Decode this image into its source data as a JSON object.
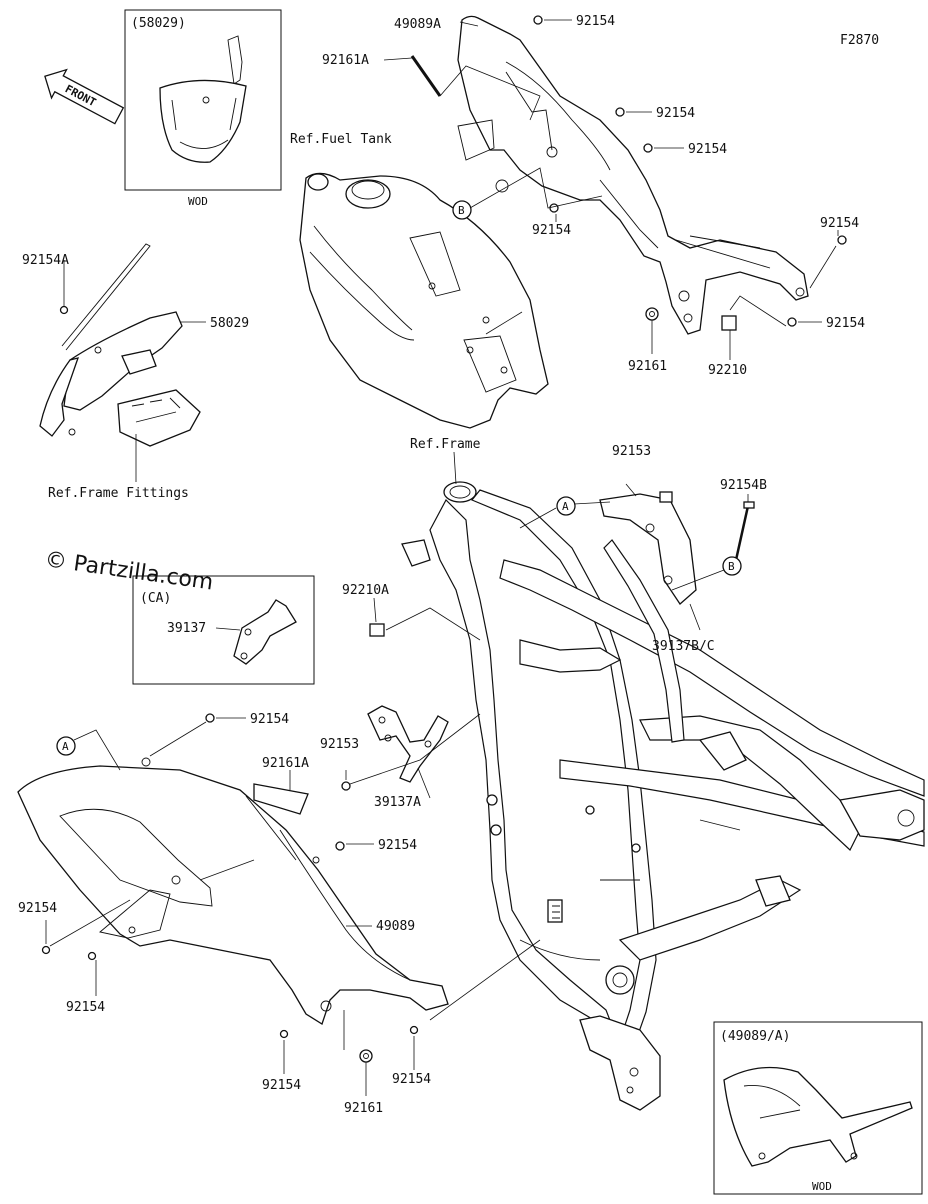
{
  "figure_code": "F2870",
  "front_label": "FRONT",
  "watermark": "© Partzilla.com",
  "callout_a": "A",
  "callout_b": "B",
  "inset_top": {
    "title": "(58029)",
    "caption": "WOD"
  },
  "inset_ca": {
    "title": "(CA)",
    "part": "39137"
  },
  "inset_bottom": {
    "title": "(49089/A)",
    "caption": "WOD"
  },
  "refs": {
    "fuel_tank": "Ref.Fuel Tank",
    "frame": "Ref.Frame",
    "frame_fittings": "Ref.Frame Fittings"
  },
  "parts": {
    "p49089A": "49089A",
    "p92154": "92154",
    "p92161A": "92161A",
    "p92161": "92161",
    "p92210": "92210",
    "p92154A": "92154A",
    "p58029": "58029",
    "p92153": "92153",
    "p92154B": "92154B",
    "p92210A": "92210A",
    "p39137BC": "39137B/C",
    "p39137A": "39137A",
    "p49089": "49089"
  }
}
